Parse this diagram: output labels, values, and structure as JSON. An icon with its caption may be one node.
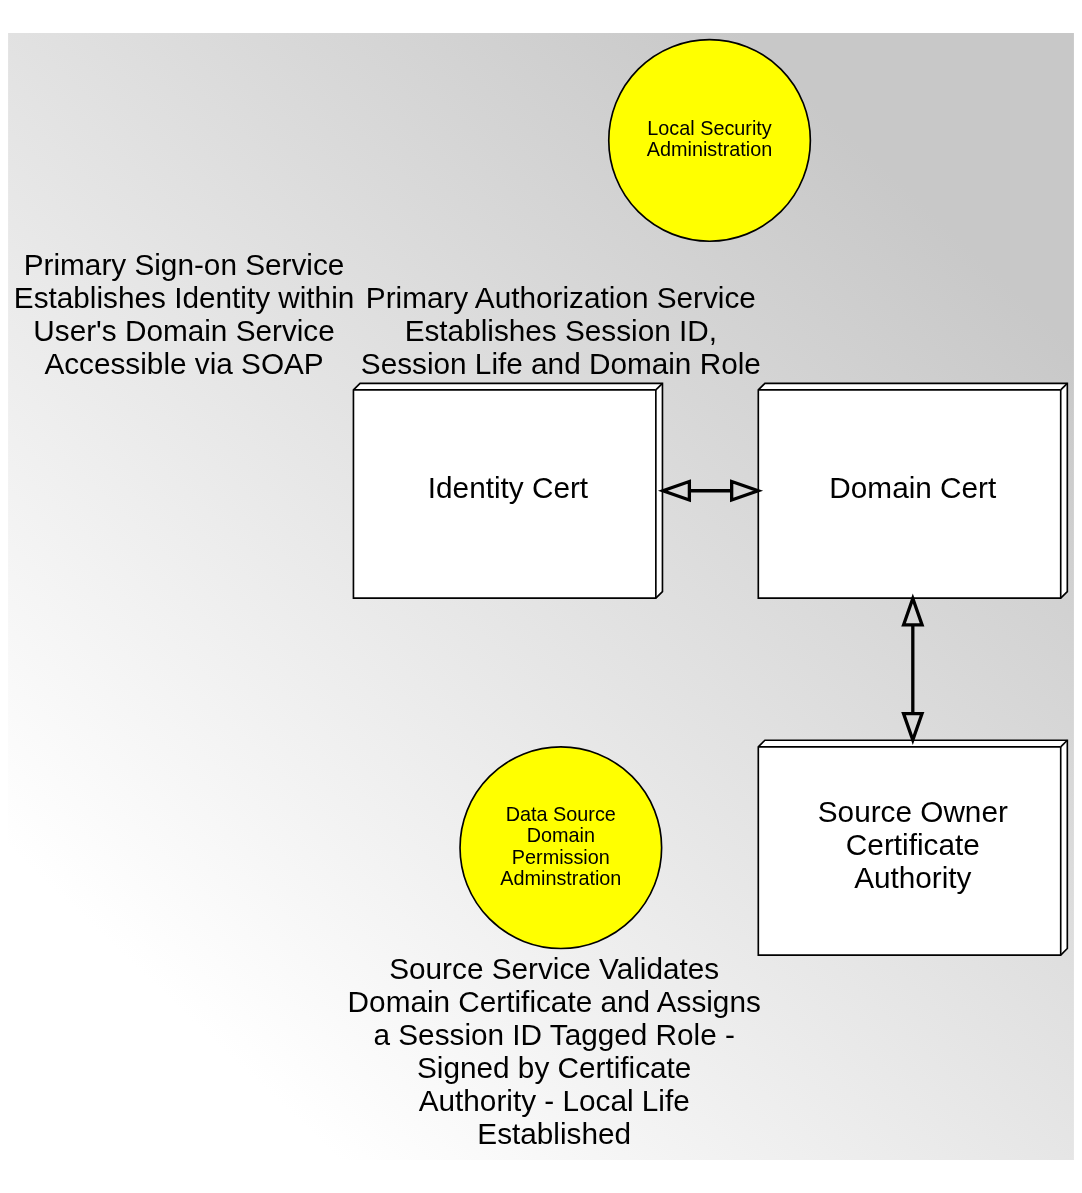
{
  "diagram": {
    "nodes": [
      {
        "text": [
          "Identity Cert"
        ],
        "beside": [
          "Primary Sign-on Service Establishes Identity within User's Domain Service Accessible via SOAP"
        ]
      },
      {
        "text": [
          "Local Security Administration"
        ]
      },
      {
        "text": [
          "Domain Cert"
        ],
        "beside": [
          "Primary Authorization Service Establishes Session ID, Session Life and Domain Role"
        ]
      },
      {
        "text": [
          "Data Source Domain Permission Adminstration"
        ]
      },
      {
        "text": [
          "Source Owner Certificate Authority"
        ],
        "beside": [
          "Source Service Validates Domain Certificate and Assigns a Session ID Tagged Role - Signed by Certificate Authority - Local Life Established"
        ]
      }
    ],
    "edges": [
      {
        "from": 0,
        "to": 2,
        "arrow": "both"
      },
      {
        "from": 2,
        "to": 4,
        "arrow": "both"
      }
    ]
  }
}
